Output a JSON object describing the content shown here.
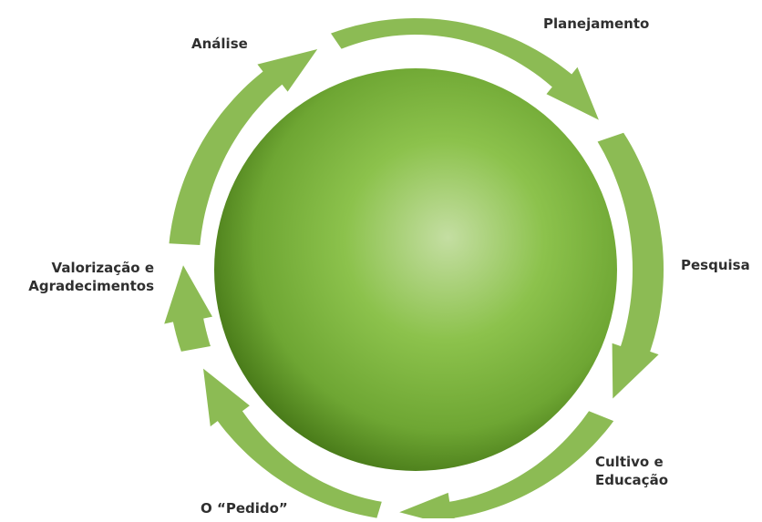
{
  "diagram": {
    "stages": [
      {
        "label_lines": [
          "Análise"
        ]
      },
      {
        "label_lines": [
          "Planejamento"
        ]
      },
      {
        "label_lines": [
          "Pesquisa"
        ]
      },
      {
        "label_lines": [
          "Cultivo e",
          "Educação"
        ]
      },
      {
        "label_lines": [
          "O “Pedido”"
        ]
      },
      {
        "label_lines": [
          "Valorização e",
          "Agradecimentos"
        ]
      }
    ],
    "colors": {
      "arrow": "#8cbb54",
      "sphere_center": "#c4dea2",
      "sphere_mid": "#79b338",
      "sphere_edge": "#3f6f12",
      "text": "#2f2f2f"
    }
  }
}
